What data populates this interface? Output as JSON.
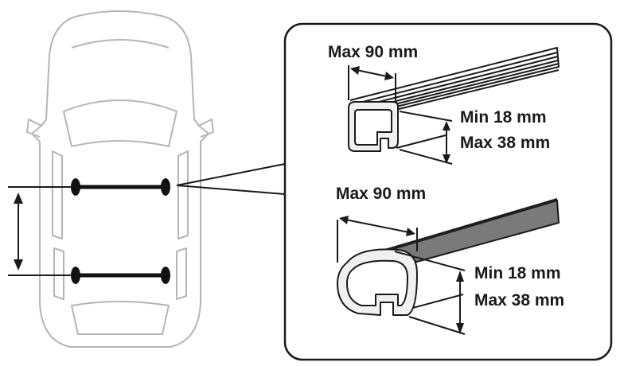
{
  "labels": {
    "top_width": "Max 90 mm",
    "top_height_min": "Min 18 mm",
    "top_height_max": "Max 38 mm",
    "bottom_width": "Max 90 mm",
    "bottom_height_min": "Min 18 mm",
    "bottom_height_max": "Max 38 mm"
  },
  "colors": {
    "line": "#1a1a1a",
    "car_outline": "#b5b5b5",
    "bar": "#111111",
    "profile_fill": "#f0f0f0",
    "wing_fill": "#7a7a7a"
  }
}
